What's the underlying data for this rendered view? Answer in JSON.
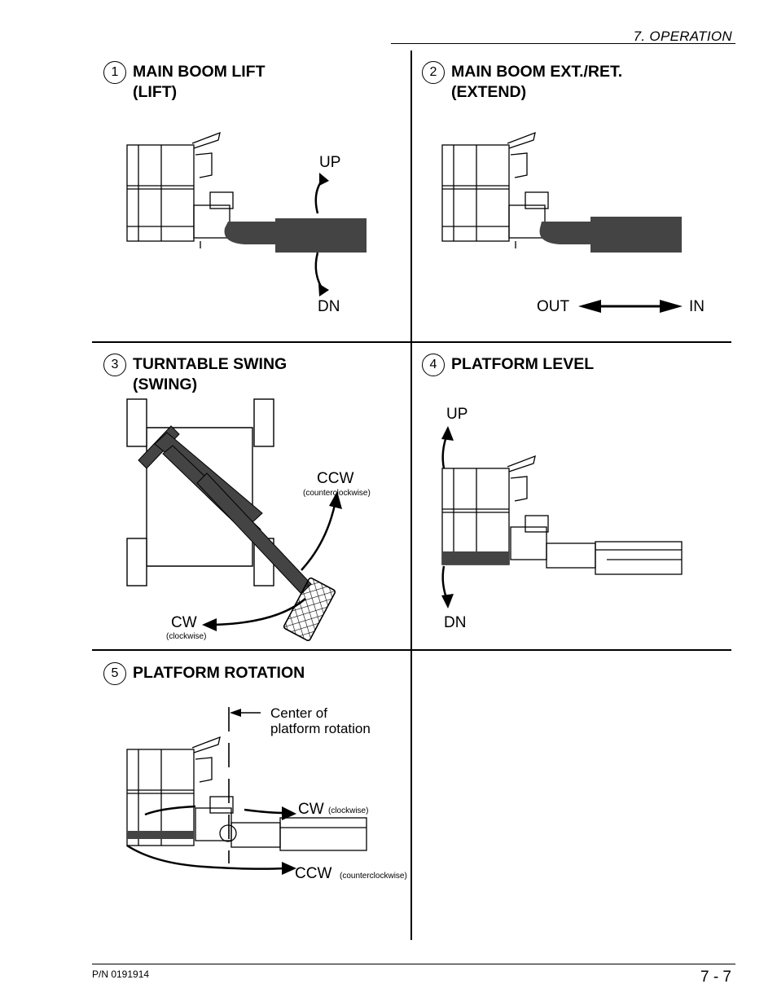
{
  "header": {
    "section": "7. OPERATION"
  },
  "panels": [
    {
      "number": "1",
      "title_line1": "MAIN BOOM LIFT",
      "title_line2": "(LIFT)",
      "label_up": "UP",
      "label_down": "DN"
    },
    {
      "number": "2",
      "title_line1": "MAIN BOOM EXT./RET.",
      "title_line2": "(EXTEND)",
      "label_out": "OUT",
      "label_in": "IN"
    },
    {
      "number": "3",
      "title_line1": "TURNTABLE SWING",
      "title_line2": "(SWING)",
      "label_ccw": "CCW",
      "label_ccw_full": "(counterclockwise)",
      "label_cw": "CW",
      "label_cw_full": "(clockwise)"
    },
    {
      "number": "4",
      "title_line1": "PLATFORM LEVEL",
      "label_up": "UP",
      "label_down": "DN"
    },
    {
      "number": "5",
      "title_line1": "PLATFORM ROTATION",
      "center_line1": "Center of",
      "center_line2": "platform rotation",
      "label_cw": "CW",
      "label_cw_full": "(clockwise)",
      "label_ccw": "CCW",
      "label_ccw_full": "(counterclockwise)"
    }
  ],
  "footer": {
    "part_number": "P/N 0191914",
    "page": "7 - 7"
  }
}
